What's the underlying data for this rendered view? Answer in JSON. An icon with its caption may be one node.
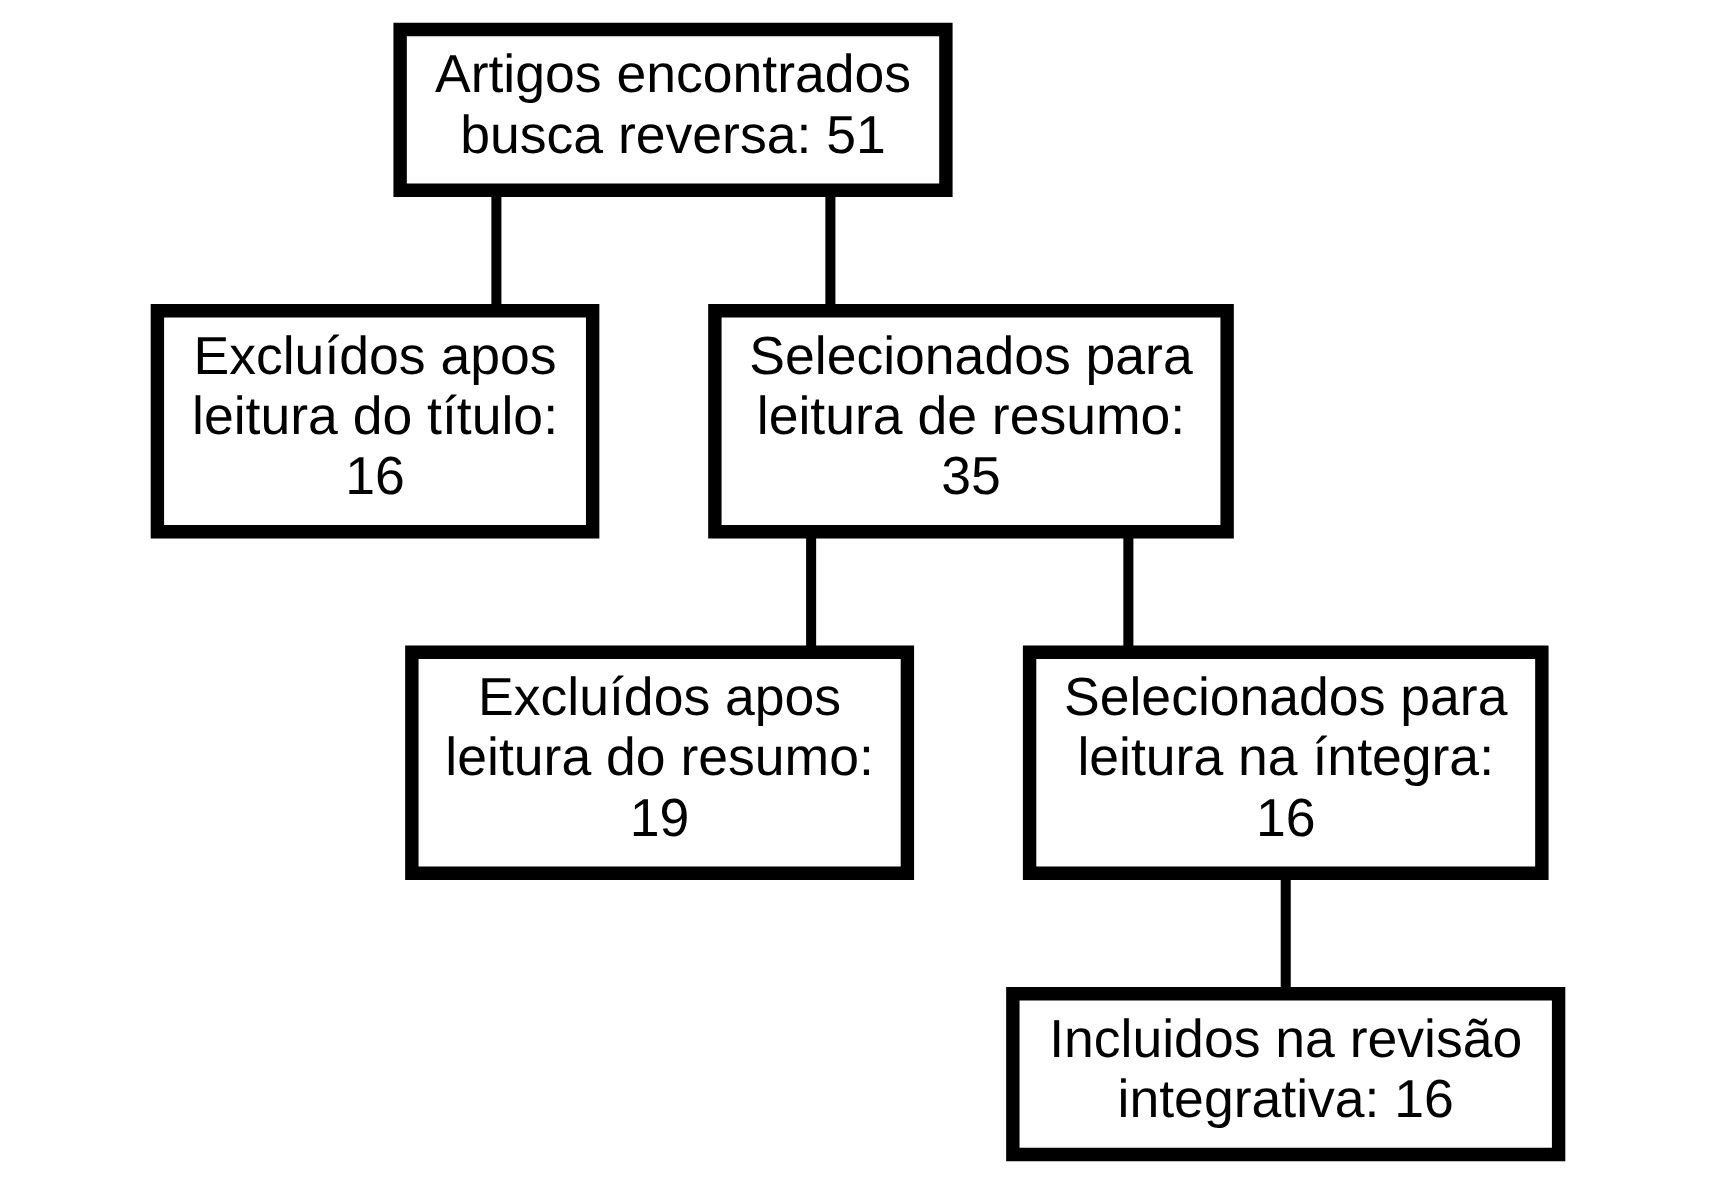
{
  "diagram": {
    "nodes": [
      {
        "text": [
          "Artigos encontrados busca reversa: 51"
        ]
      },
      {
        "text": [
          "Excluídos apos leitura do título: 16"
        ]
      },
      {
        "text": [
          "Selecionados para leitura de resumo: 35"
        ]
      },
      {
        "text": [
          "Excluídos apos leitura do resumo: 19"
        ]
      },
      {
        "text": [
          "Selecionados para leitura na íntegra: 16"
        ]
      },
      {
        "text": [
          "Incluidos na revisão integrativa: 16"
        ]
      }
    ],
    "edges": [
      {
        "from": 0,
        "to": 1,
        "arrow": "none"
      },
      {
        "from": 0,
        "to": 2,
        "arrow": "none"
      },
      {
        "from": 2,
        "to": 3,
        "arrow": "none"
      },
      {
        "from": 2,
        "to": 4,
        "arrow": "none"
      },
      {
        "from": 4,
        "to": 5,
        "arrow": "none"
      }
    ]
  }
}
